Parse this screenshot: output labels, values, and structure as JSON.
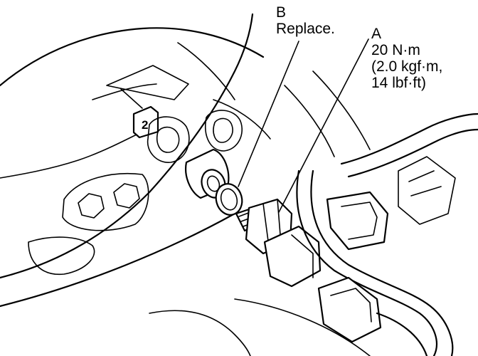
{
  "callout_b": {
    "letter": "B",
    "note": "Replace."
  },
  "callout_a": {
    "letter": "A",
    "lines": [
      "20 N·m",
      "(2.0 kgf·m,",
      "14 lbf·ft)"
    ]
  },
  "ref_tag": "2"
}
